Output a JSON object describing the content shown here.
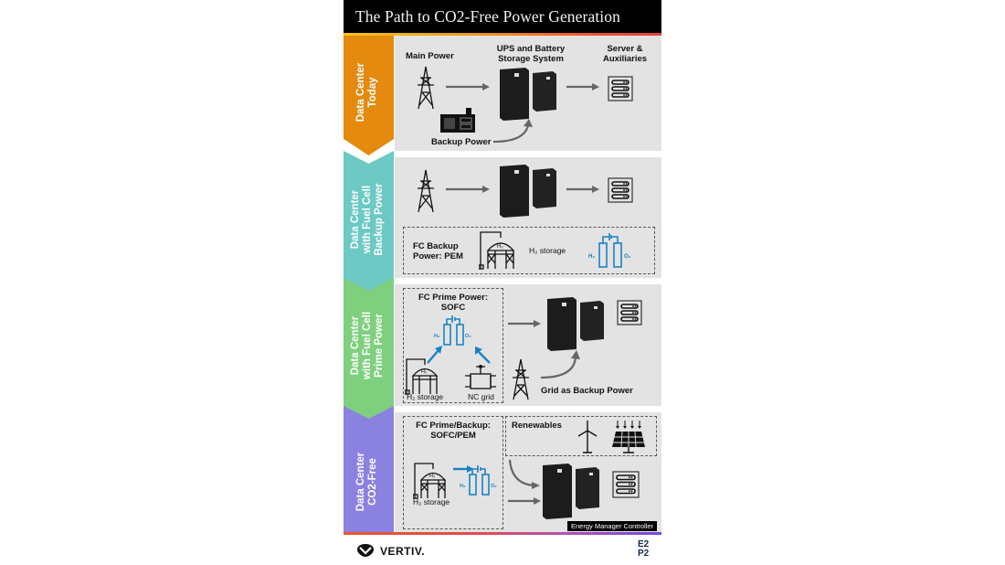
{
  "title": "The Path to CO2-Free Power Generation",
  "colors": {
    "today": "#e38a0f",
    "fc_backup": "#6cc9c3",
    "fc_prime": "#7fd07e",
    "co2_free": "#8a81e0",
    "panel_bg": "#e3e3e3",
    "fuel_cell_blue": "#1a82c2"
  },
  "sections": [
    {
      "tab_label": [
        "Data Center",
        "Today"
      ],
      "labels": {
        "main_power": "Main Power",
        "ups": "UPS and Battery\nStorage System",
        "ups_line1": "UPS and Battery",
        "ups_line2": "Storage System",
        "server_line1": "Server &",
        "server_line2": "Auxiliaries",
        "backup_power": "Backup Power"
      }
    },
    {
      "tab_label": [
        "Data Center",
        "with Fuel Cell",
        "Backup Power"
      ],
      "labels": {
        "fc_line1": "FC Backup",
        "fc_line2": "Power: PEM",
        "h2_storage": "H₂ storage",
        "h2": "H₂",
        "o2": "O₂"
      }
    },
    {
      "tab_label": [
        "Data Center",
        "with Fuel Cell",
        "Prime Power"
      ],
      "labels": {
        "fc_line1": "FC Prime Power:",
        "fc_line2": "SOFC",
        "h2_storage": "H₂ storage",
        "nc_grid": "NC grid",
        "grid_backup": "Grid as Backup Power",
        "h2": "H₂",
        "o2": "O₂"
      }
    },
    {
      "tab_label": [
        "Data Center",
        "CO2-Free"
      ],
      "labels": {
        "fc_line1": "FC Prime/Backup:",
        "fc_line2": "SOFC/PEM",
        "renewables": "Renewables",
        "h2_storage": "H₂ storage",
        "emc": "Energy Manager Controller",
        "h2": "H₂",
        "o2": "O₂"
      }
    }
  ],
  "footer": {
    "brand": "VERTIV.",
    "e2p2_top": "E2",
    "e2p2_bottom": "P2"
  }
}
